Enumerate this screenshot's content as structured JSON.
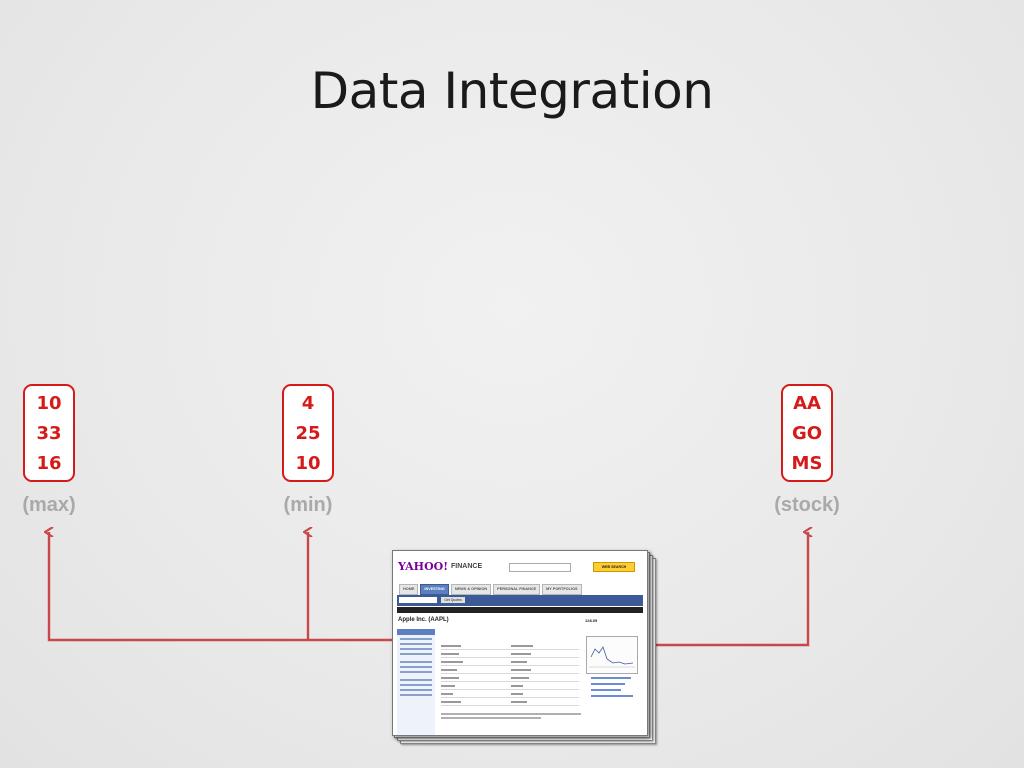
{
  "slide": {
    "title": "Data Integration"
  },
  "columns": [
    {
      "values": [
        "10",
        "33",
        "16"
      ],
      "caption": "(max)"
    },
    {
      "values": [
        "4",
        "25",
        "10"
      ],
      "caption": "(min)"
    },
    {
      "values": [
        "AA",
        "GO",
        "MS"
      ],
      "caption": "(stock)"
    }
  ],
  "source": {
    "logo": "YAHOO!",
    "section": "FINANCE",
    "tabs": [
      "HOME",
      "INVESTING",
      "NEWS & OPINION",
      "PERSONAL FINANCE",
      "MY PORTFOLIOS"
    ],
    "company": "Apple Inc. (AAPL)",
    "price": "128.09",
    "button": "Get Quotes",
    "search_button": "WEB SEARCH"
  },
  "colors": {
    "accent": "#d61a1a",
    "caption": "#a9a9a9",
    "connector": "#c84848"
  }
}
